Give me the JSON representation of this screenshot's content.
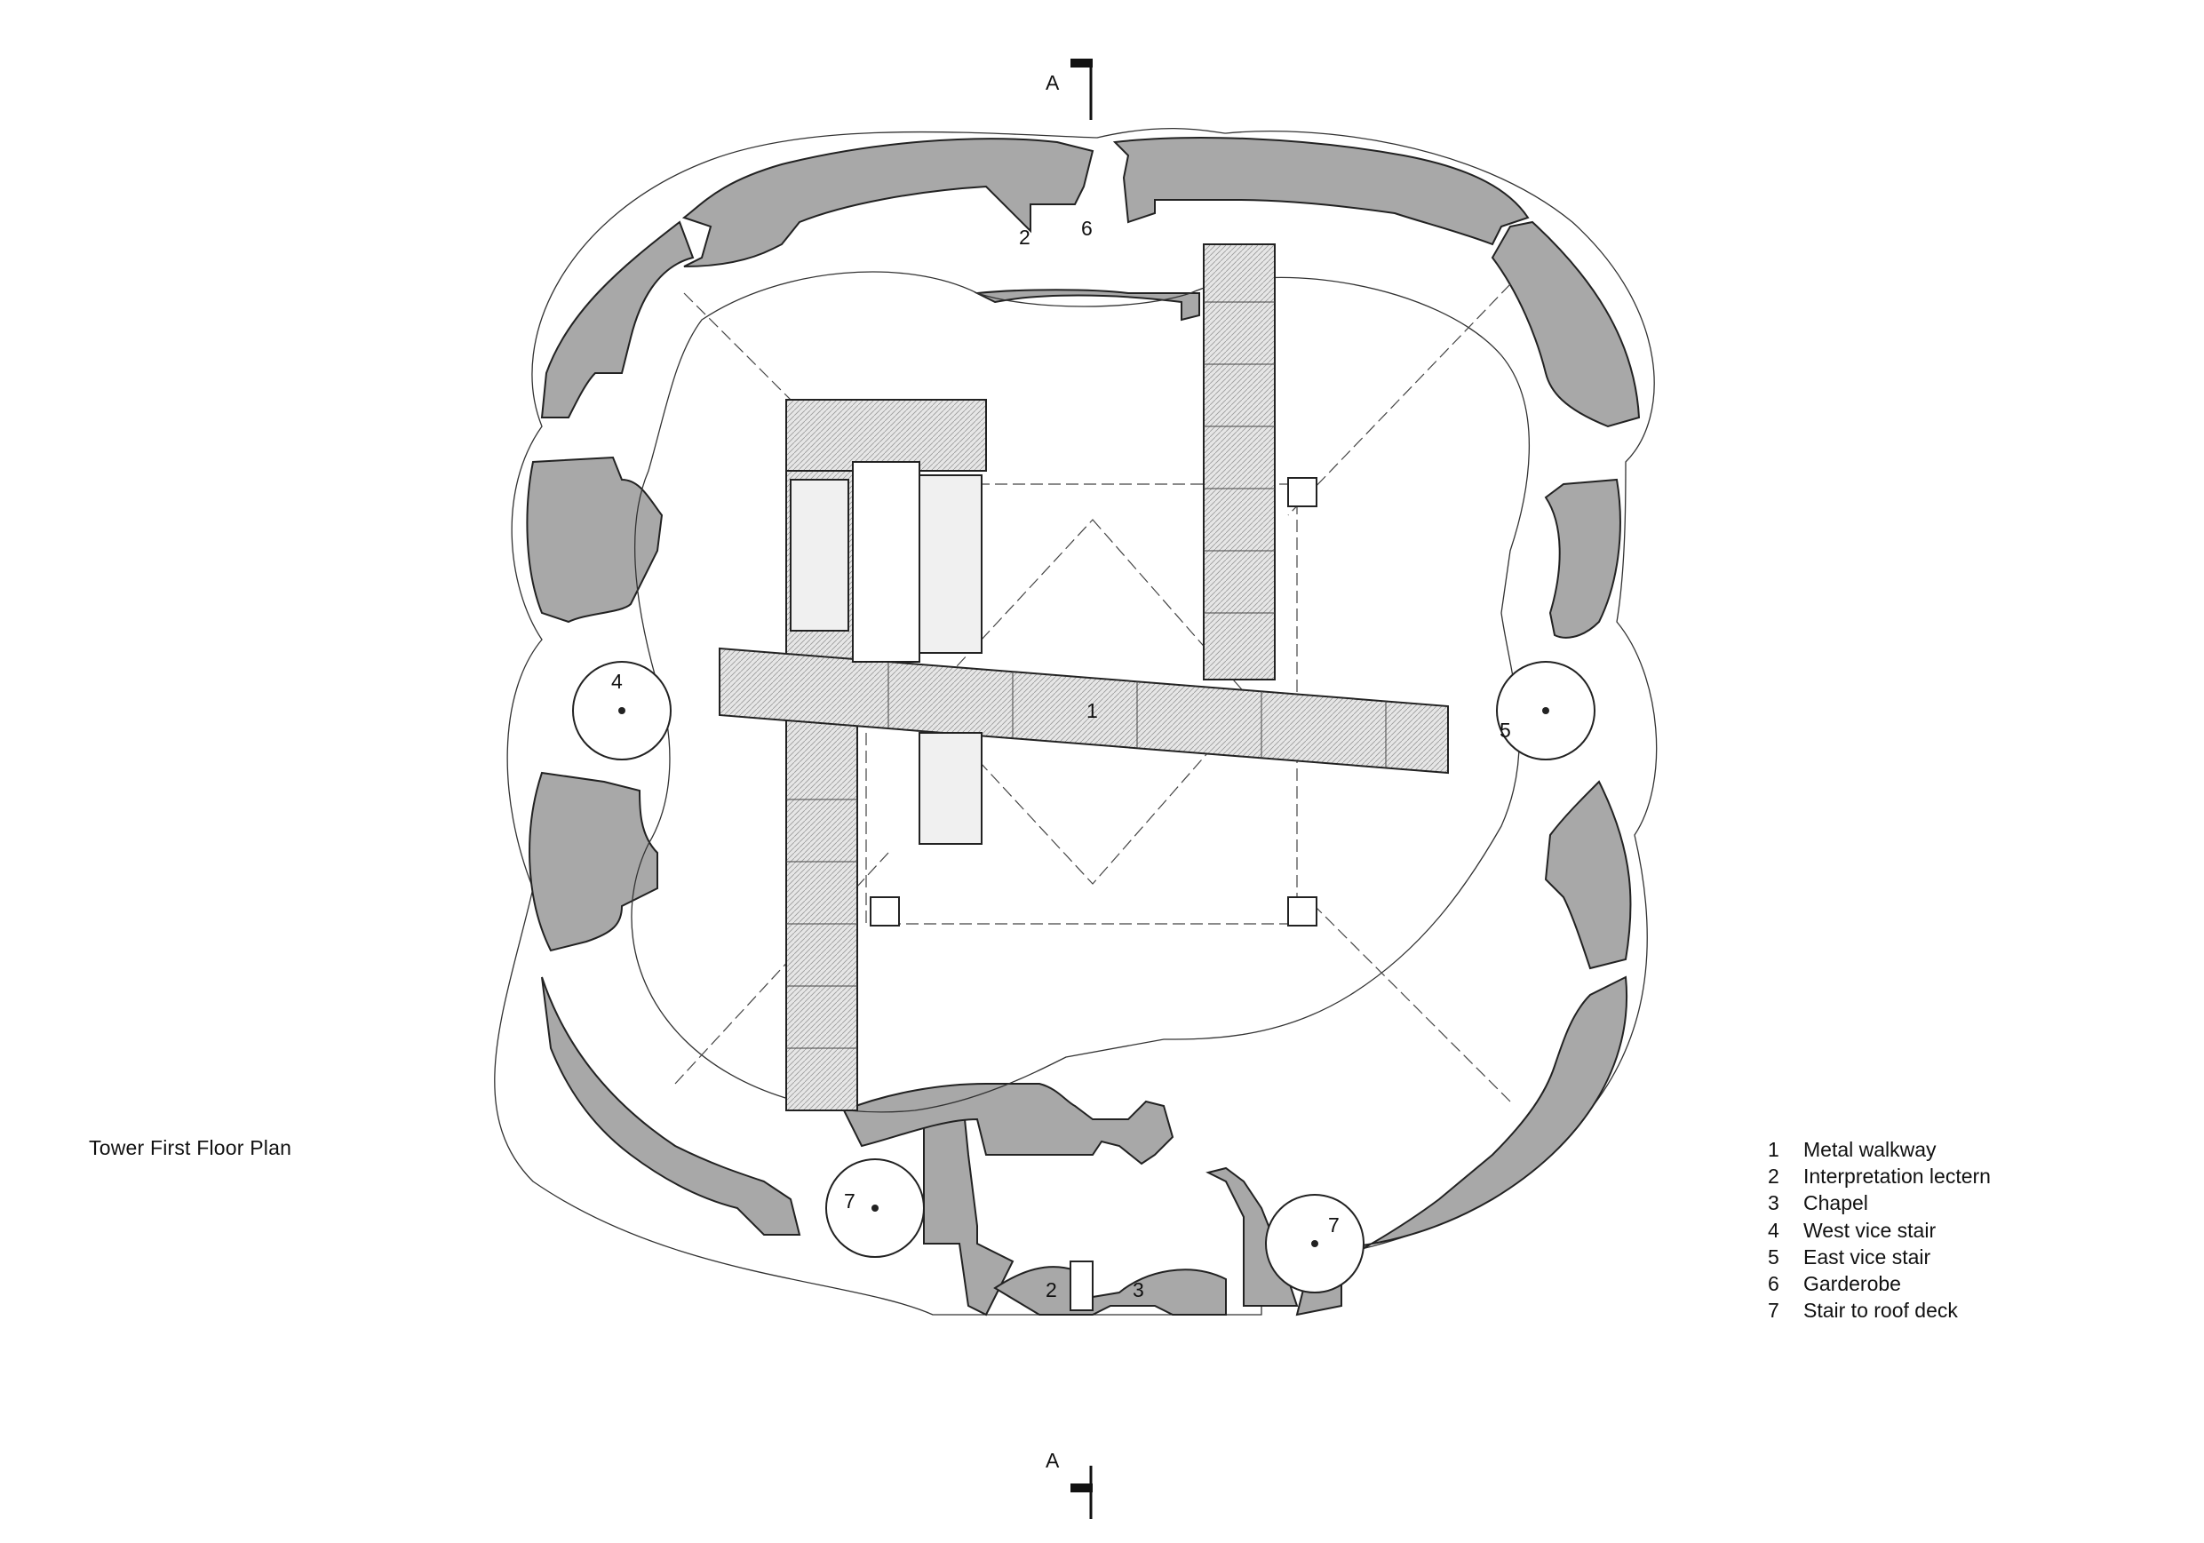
{
  "drawing": {
    "title": "Tower First Floor Plan",
    "section_marker": "A"
  },
  "room_labels": {
    "walkway": "1",
    "lectern_north": "2",
    "lectern_south": "2",
    "chapel": "3",
    "west_stair": "4",
    "east_stair": "5",
    "garderobe": "6",
    "roof_stair_west": "7",
    "roof_stair_east": "7"
  },
  "legend": [
    {
      "num": "1",
      "label": "Metal walkway"
    },
    {
      "num": "2",
      "label": "Interpretation lectern"
    },
    {
      "num": "3",
      "label": "Chapel"
    },
    {
      "num": "4",
      "label": "West vice stair"
    },
    {
      "num": "5",
      "label": "East vice stair"
    },
    {
      "num": "6",
      "label": "Garderobe"
    },
    {
      "num": "7",
      "label": "Stair to roof deck"
    }
  ],
  "colors": {
    "wall_fill": "#a8a8a8",
    "line": "#222222",
    "background": "#ffffff"
  }
}
